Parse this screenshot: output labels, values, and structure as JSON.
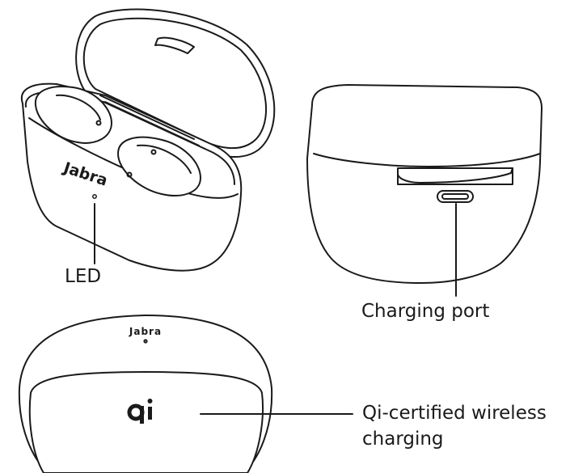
{
  "labels": {
    "led": "LED",
    "charging_port": "Charging port",
    "qi_charging": "Qi-certified wireless charging"
  },
  "brand": {
    "name": "Jabra"
  },
  "colors": {
    "line": "#1a1a1a",
    "background": "#ffffff"
  },
  "icons": [
    "qi-logo-icon"
  ]
}
